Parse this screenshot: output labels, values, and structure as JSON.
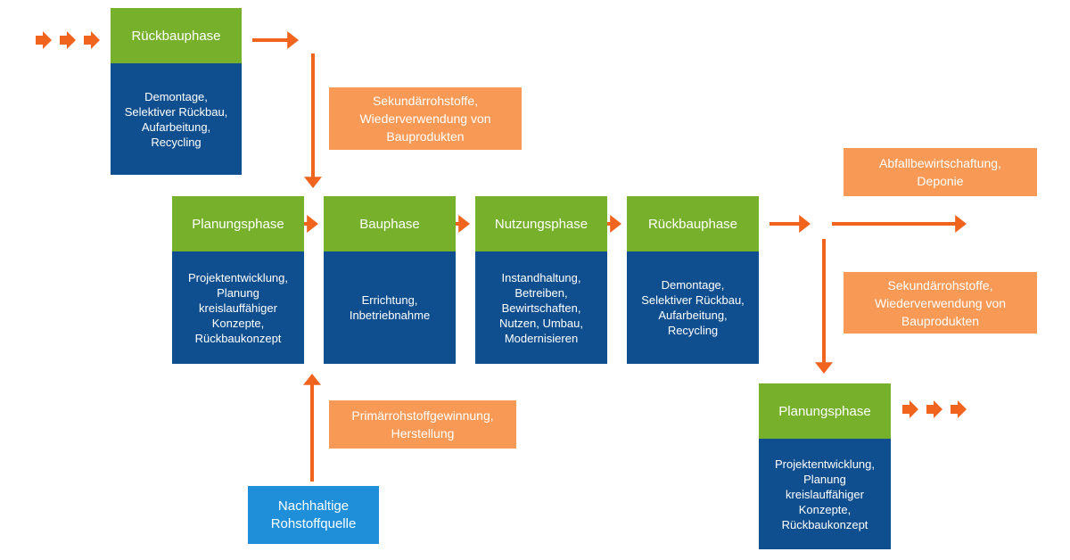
{
  "colors": {
    "phase_header": "#77b12b",
    "phase_body": "#0f4f8f",
    "resource_box": "#f89a55",
    "arrow": "#f0641e",
    "source_box": "#1e8fd8"
  },
  "phases": {
    "rueckbau_top": {
      "title": "Rückbauphase",
      "activities": "Demontage,\nSelektiver Rückbau,\nAufarbeitung,\nRecycling"
    },
    "planung": {
      "title": "Planungsphase",
      "activities": "Projektentwicklung,\nPlanung\nkreislauffähiger\nKonzepte,\nRückbaukonzept"
    },
    "bau": {
      "title": "Bauphase",
      "activities": "Errichtung,\nInbetriebnahme"
    },
    "nutzung": {
      "title": "Nutzungsphase",
      "activities": "Instandhaltung,\nBetreiben,\nBewirtschaften,\nNutzen, Umbau,\nModernisieren"
    },
    "rueckbau_main": {
      "title": "Rückbauphase",
      "activities": "Demontage,\nSelektiver Rückbau,\nAufarbeitung,\nRecycling"
    },
    "planung_next": {
      "title": "Planungsphase",
      "activities": "Projektentwicklung,\nPlanung\nkreislauffähiger\nKonzepte,\nRückbaukonzept"
    }
  },
  "resources": {
    "secondary_top": "Sekundärrohstoffe,\nWiederverwendung von\nBauprodukten",
    "waste": "Abfallbewirtschaftung,\nDeponie",
    "secondary_right": "Sekundärrohstoffe,\nWiederverwendung von\nBauprodukten",
    "primary": "Primärrohstoffgewinnung,\nHerstellung"
  },
  "source": "Nachhaltige\nRohstoffquelle",
  "icons": {
    "flow_arrow": "arrow-icon",
    "continuation_arrows": "triple-arrow-icon"
  }
}
